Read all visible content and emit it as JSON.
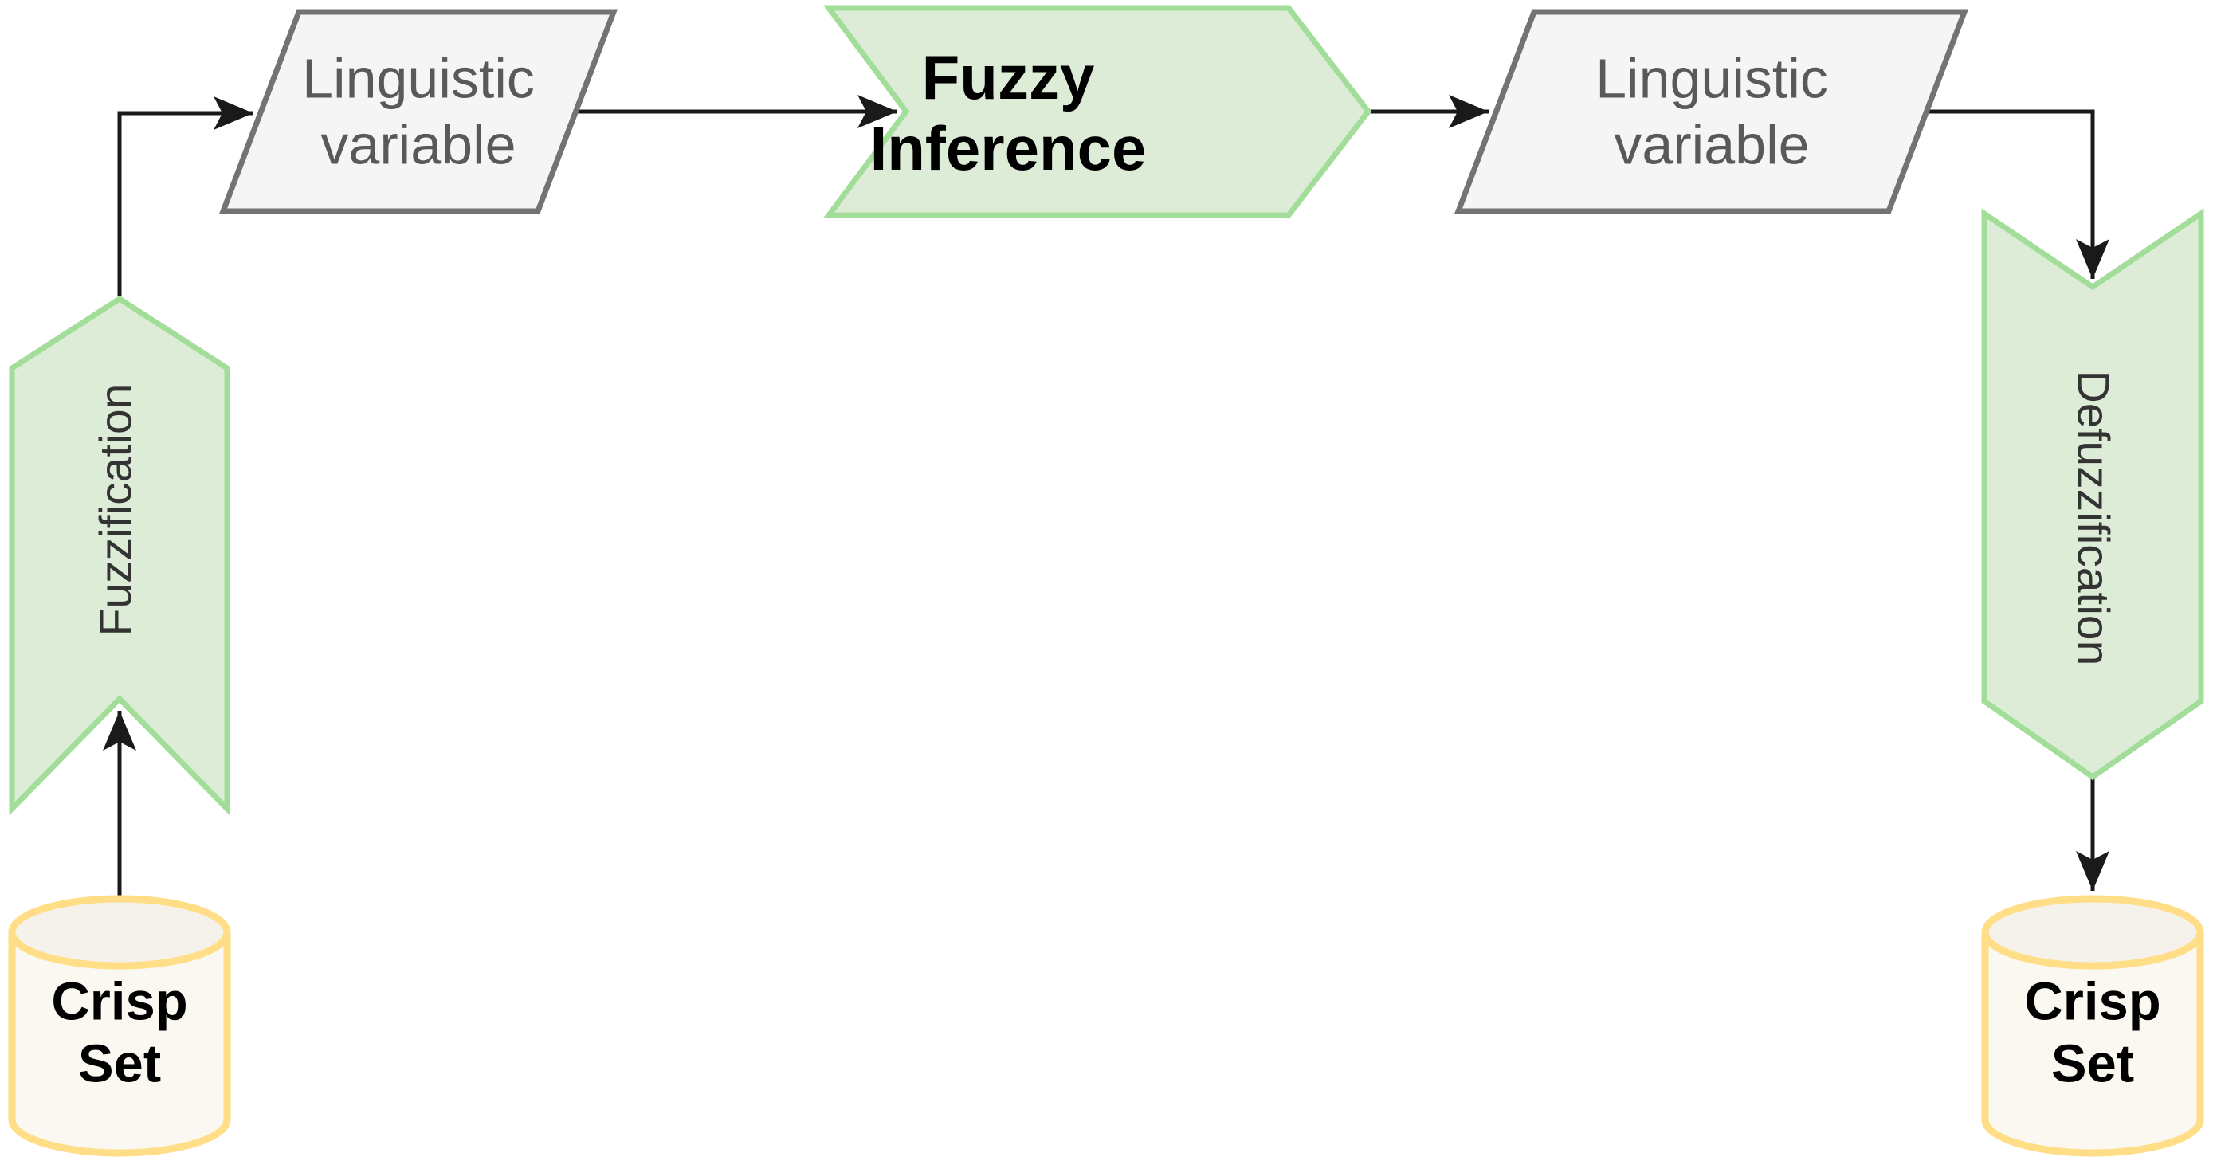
{
  "diagram": {
    "nodes": {
      "linguistic_input": {
        "line1": "Linguistic",
        "line2": "variable"
      },
      "fuzzy_inference": {
        "line1": "Fuzzy",
        "line2": "Inference"
      },
      "linguistic_output": {
        "line1": "Linguistic",
        "line2": "variable"
      },
      "fuzzification": {
        "label": "Fuzzification"
      },
      "defuzzification": {
        "label": "Defuzzification"
      },
      "crisp_set_input": {
        "line1": "Crisp",
        "line2": "Set"
      },
      "crisp_set_output": {
        "line1": "Crisp",
        "line2": "Set"
      }
    },
    "colors": {
      "background": "#ffffff",
      "green_fill": "#ddecd6",
      "green_border": "#a2de99",
      "gray_fill": "#f5f5f5",
      "gray_border": "#737373",
      "gray_text": "#595959",
      "yellow_fill": "#faf8f0",
      "yellow_fill_top": "#f4f2ea",
      "yellow_border": "#ffde87",
      "arrow_color": "#1a1a1a",
      "bold_text": "#000000",
      "process_text": "#333333"
    }
  }
}
